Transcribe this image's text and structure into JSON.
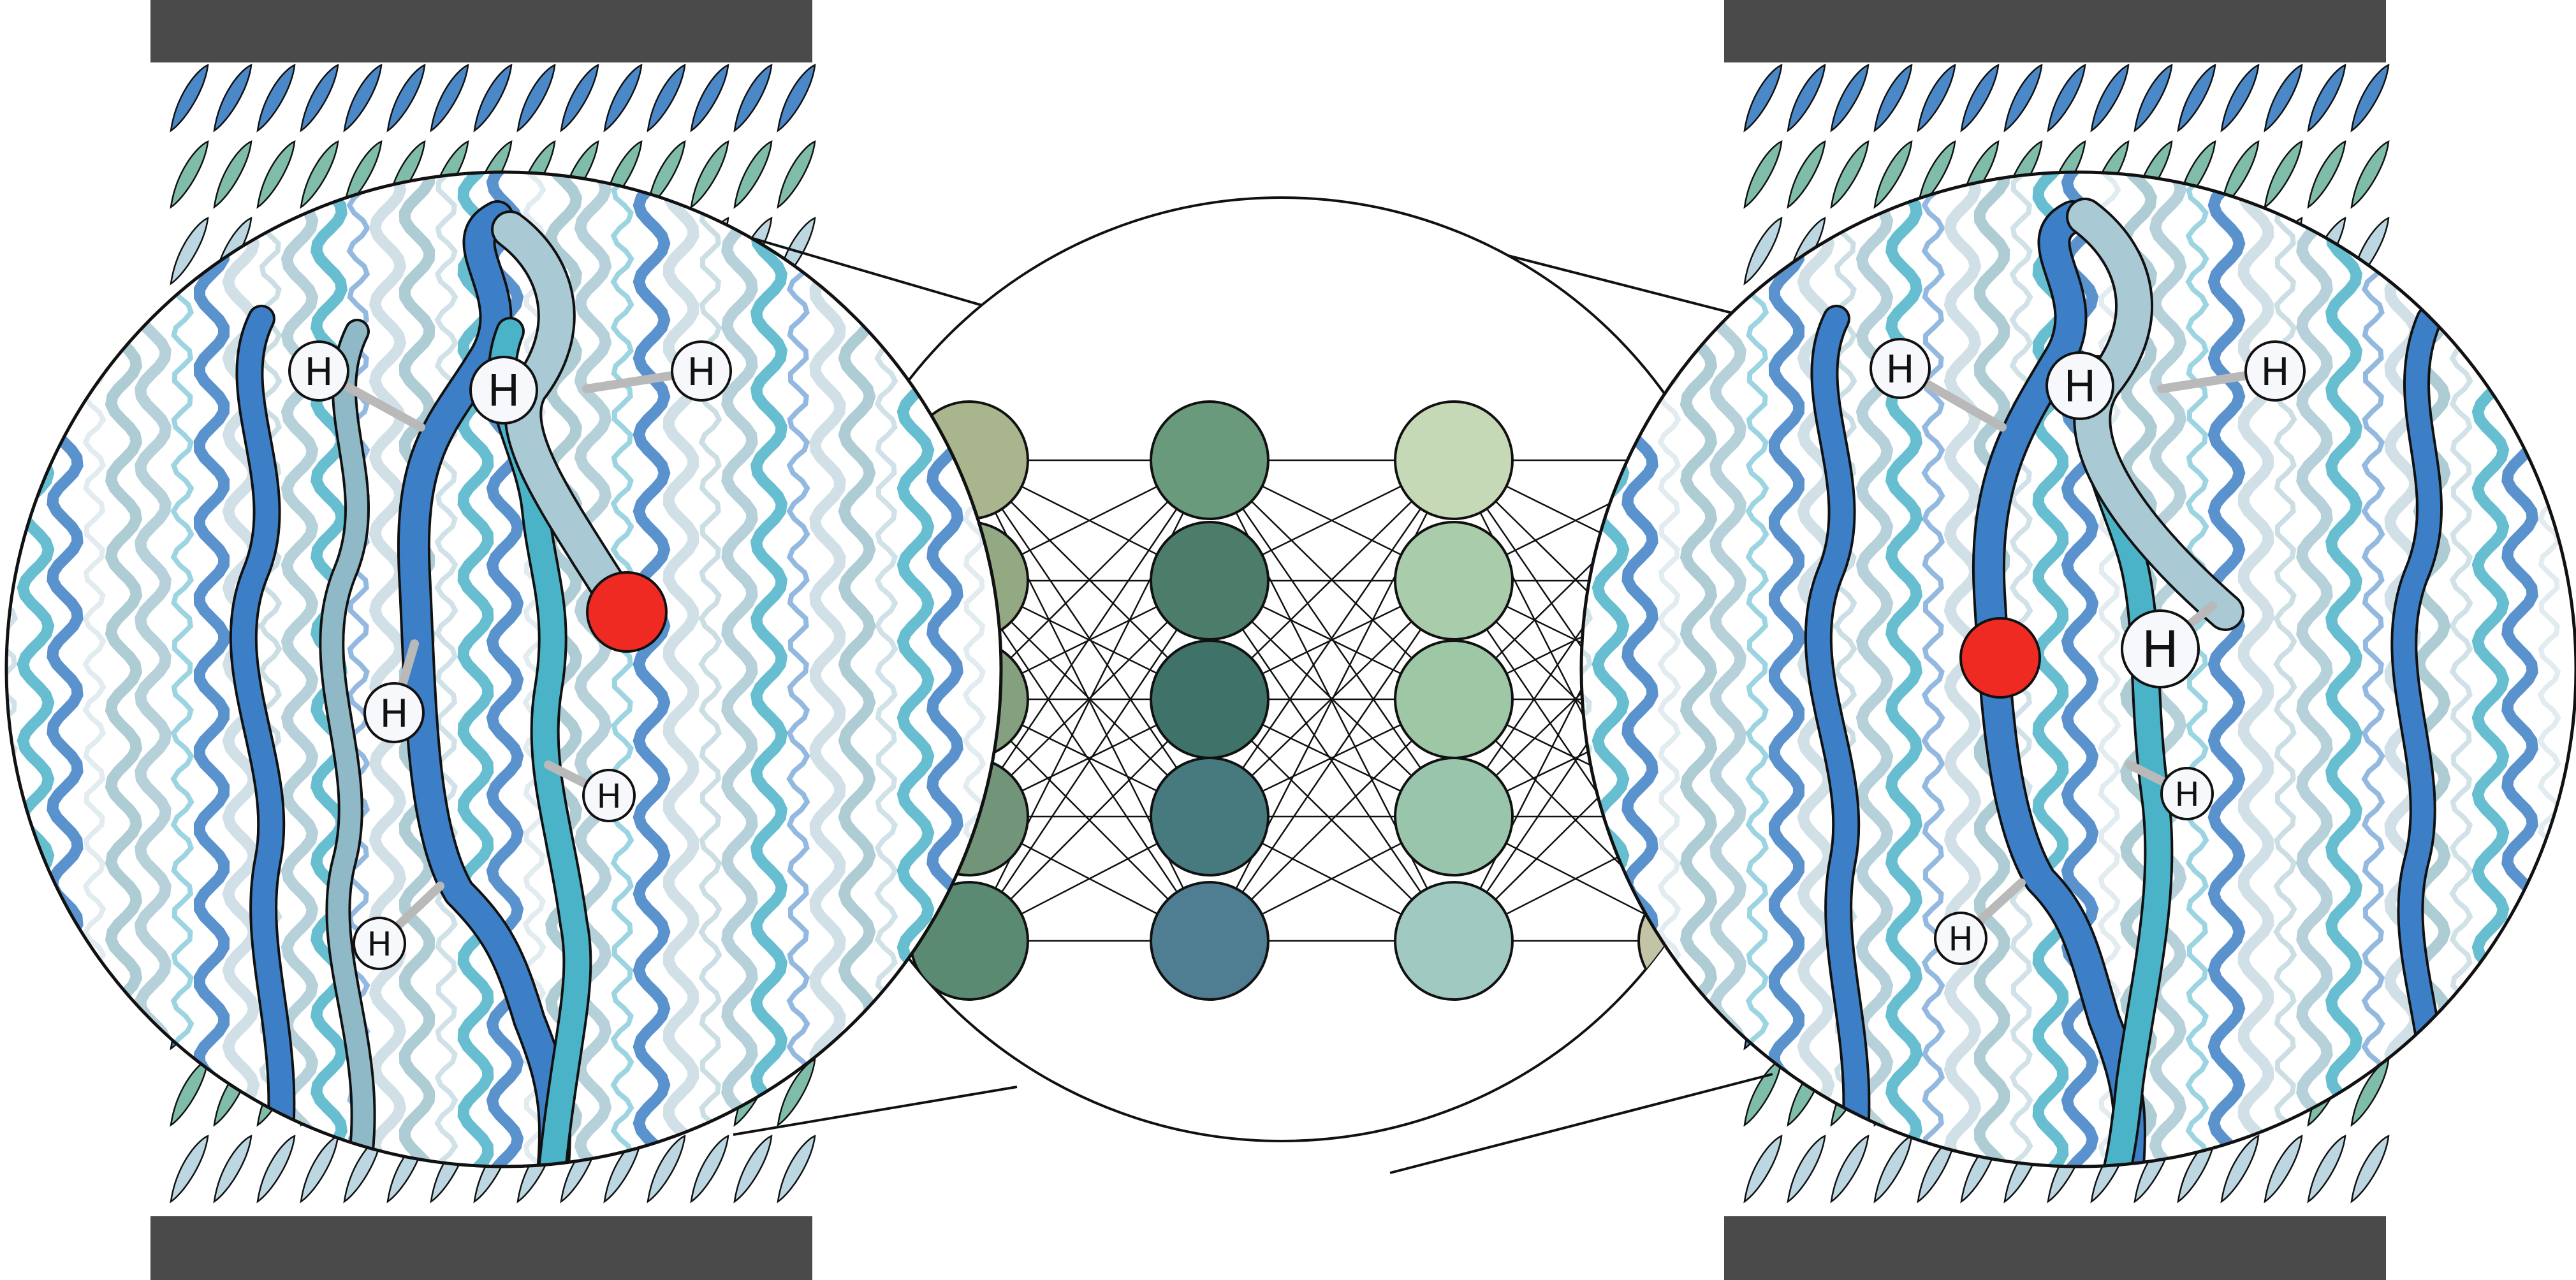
{
  "colors": {
    "plate": "#4a4a4a",
    "background": "#ffffff",
    "outline": "#111111",
    "oxygen_atom": "#ee2a22",
    "hydrogen_atom": "#f6f8fb",
    "chain_dark": "#3d7fc6",
    "chain_teal": "#4bb3c8",
    "chain_pale": "#a9c9d4",
    "fiber_a": "#4a88c8",
    "fiber_b": "#7fbdaa",
    "fiber_c": "#bcd7e2"
  },
  "atom_labels": {
    "hydrogen": "H"
  },
  "network": {
    "layers": [
      {
        "name": "layer-1",
        "nodes": 5,
        "colors": [
          "#a9b58d",
          "#93a984",
          "#84a07f",
          "#729479",
          "#5b8a72"
        ]
      },
      {
        "name": "layer-2",
        "nodes": 5,
        "colors": [
          "#6a9a7c",
          "#4c7d6a",
          "#3f7268",
          "#467a7e",
          "#4f7d91"
        ]
      },
      {
        "name": "layer-3",
        "nodes": 5,
        "colors": [
          "#c6d9b6",
          "#a9ccaa",
          "#9ec7a6",
          "#99c5ad",
          "#a0c9c1"
        ]
      },
      {
        "name": "layer-4",
        "nodes": 5,
        "colors": [
          "#ded2cc",
          "#d8ccc3",
          "#cfc3b6",
          "#c8c2ad",
          "#c3c3a6"
        ]
      }
    ]
  },
  "panels": [
    {
      "name": "left-panel",
      "oxygen_count": 1,
      "hydrogen_count": 6
    },
    {
      "name": "right-panel",
      "oxygen_count": 1,
      "hydrogen_count": 6
    }
  ]
}
